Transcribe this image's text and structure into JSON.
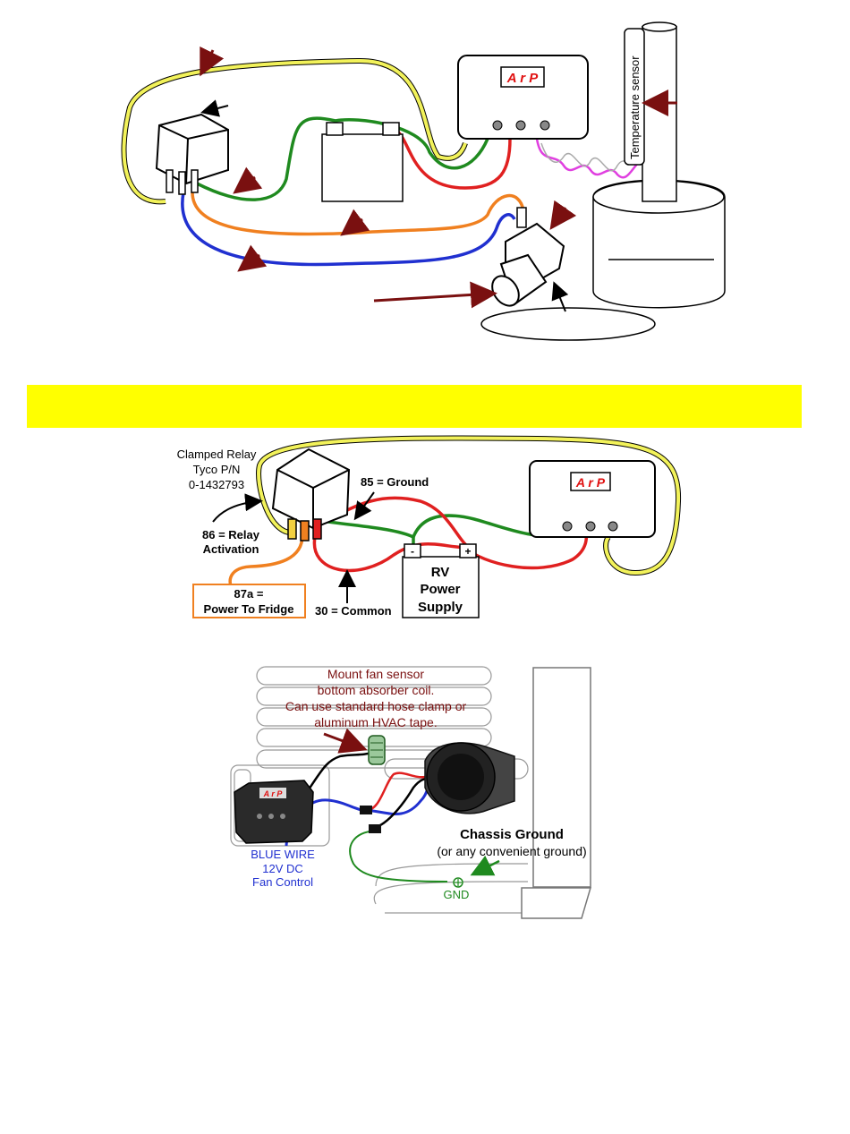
{
  "diagram_top": {
    "temperature_sensor_label": "Temperature sensor",
    "display_text": "A r P"
  },
  "banner": {
    "text": "",
    "color": "#ffff00"
  },
  "diagram_middle": {
    "relay_label_1": "Clamped Relay",
    "relay_label_2": "Tyco P/N",
    "relay_label_3": "0-1432793",
    "ground_label": "85 = Ground",
    "activation_label_1": "86 = Relay",
    "activation_label_2": "Activation",
    "power_label_1": "87a =",
    "power_label_2": "Power To Fridge",
    "common_label": "30 = Common",
    "supply_label_1": "RV",
    "supply_label_2": "Power",
    "supply_label_3": "Supply",
    "minus": "-",
    "plus": "+",
    "display_text": "A r P"
  },
  "diagram_bottom": {
    "sensor_note_1": "Mount fan sensor",
    "sensor_note_2": "bottom absorber coil.",
    "sensor_note_3": "Can use standard hose clamp or",
    "sensor_note_4": "aluminum HVAC tape.",
    "blue_wire_1": "BLUE WIRE",
    "blue_wire_2": "12V DC",
    "blue_wire_3": "Fan Control",
    "chassis_ground": "Chassis Ground",
    "chassis_ground_sub": "(or any convenient ground)",
    "gnd": "GND",
    "display_text": "A r P"
  },
  "colors": {
    "yellow_wire": "#f2f25a",
    "green_wire": "#1f8a1f",
    "red_wire": "#e02020",
    "orange_wire": "#f08020",
    "blue_wire": "#2030d0",
    "magenta_wire": "#e040e0",
    "dark_red_arrow": "#7a1010",
    "display_red": "#e01010"
  }
}
